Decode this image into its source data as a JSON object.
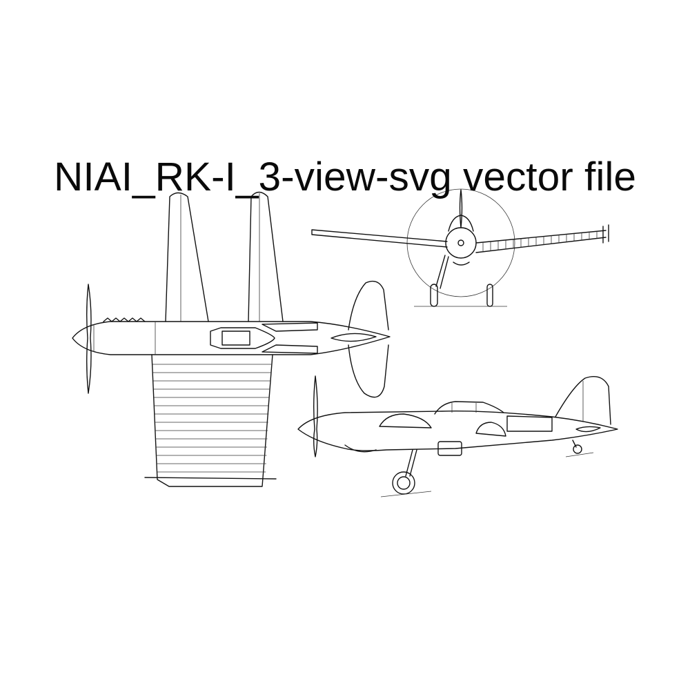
{
  "title": "NIAI_RK-I_3-view-svg vector file",
  "views": [
    "top-view",
    "front-view",
    "side-view"
  ],
  "colors": {
    "line": "#111111",
    "background": "#ffffff"
  }
}
